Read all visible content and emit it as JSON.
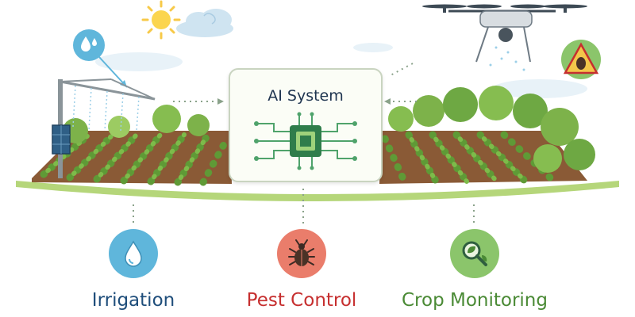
{
  "center": {
    "title": "AI System",
    "icon": "ai-chip-icon"
  },
  "features": [
    {
      "label": "Irrigation",
      "icon": "water-drop-icon",
      "color": "#5fb6db",
      "text_color": "#1f4e7b"
    },
    {
      "label": "Pest Control",
      "icon": "beetle-icon",
      "color": "#ea7d6b",
      "text_color": "#c62f2f"
    },
    {
      "label": "Crop Monitoring",
      "icon": "magnifier-leaf-icon",
      "color": "#8bc56b",
      "text_color": "#4a8a35"
    }
  ],
  "illustration": {
    "sky_icons": [
      "sun-icon",
      "cloud-icon",
      "water-drop-icon",
      "drone-icon",
      "pest-warning-icon"
    ],
    "field_icons": [
      "irrigation-sprinkler-icon",
      "solar-panel-icon",
      "crop-field-icon",
      "tree-icon"
    ]
  }
}
